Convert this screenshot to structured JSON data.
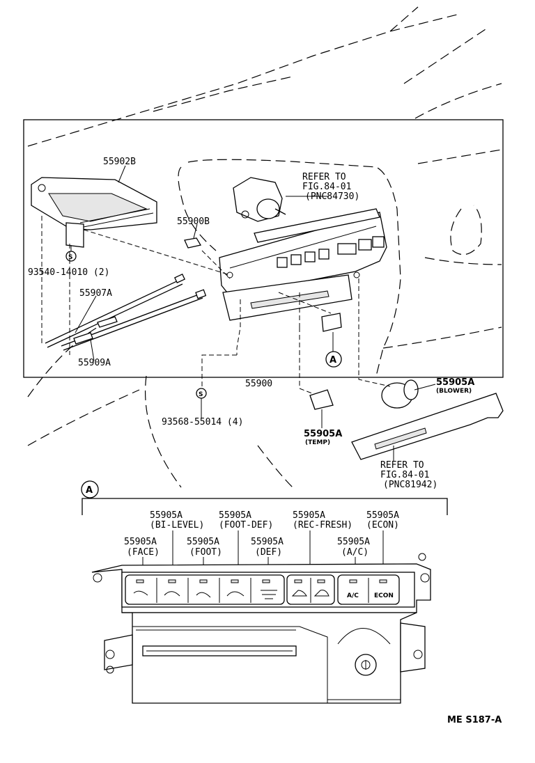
{
  "top_callouts": {
    "bracket": "55902B",
    "bulb": "55900B",
    "cable_a": "55907A",
    "cable_b": "55909A",
    "screw_left": "93540-14010 (2)",
    "screw_left_symbol": "S",
    "control_assy": "55900",
    "screw_mid": "93568-55014 (4)",
    "screw_mid_symbol": "S",
    "ref_blower_motor": [
      "REFER TO",
      "FIG.84-01",
      "(PNC84730)"
    ],
    "knob_temp_num": "55905A",
    "knob_temp_name": "(TEMP)",
    "knob_blower_num": "55905A",
    "knob_blower_name": "(BLOWER)",
    "ref_panel": [
      "REFER TO",
      "FIG.84-01",
      "(PNC81942)"
    ],
    "view_marker": "A"
  },
  "detail_view": {
    "marker": "A",
    "buttons": [
      {
        "num": "55905A",
        "name": "(FACE)"
      },
      {
        "num": "55905A",
        "name": "(BI-LEVEL)"
      },
      {
        "num": "55905A",
        "name": "(FOOT)"
      },
      {
        "num": "55905A",
        "name": "(FOOT-DEF)"
      },
      {
        "num": "55905A",
        "name": "(DEF)"
      },
      {
        "num": "55905A",
        "name": "(REC-FRESH)"
      },
      {
        "num": "55905A",
        "name": "(A/C)"
      },
      {
        "num": "55905A",
        "name": "(ECON)"
      }
    ],
    "button_faces": {
      "ac": "A/C",
      "econ": "ECON"
    }
  },
  "footer_code": "ME  S187-A"
}
